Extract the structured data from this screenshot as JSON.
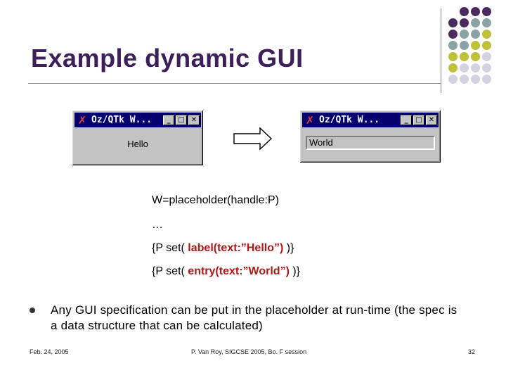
{
  "slide": {
    "title": "Example dynamic GUI"
  },
  "window_before": {
    "title": "Oz/QTk W...",
    "minimize_label": "_",
    "maximize_label": "□",
    "close_label": "✕",
    "label_text": "Hello"
  },
  "window_after": {
    "title": "Oz/QTk W...",
    "minimize_label": "_",
    "maximize_label": "□",
    "close_label": "✕",
    "entry_value": "World"
  },
  "code": {
    "line1": "W=placeholder(handle:P)",
    "line2": "…",
    "line3_pre": "{P set( ",
    "line3_hl": "label(text:”Hello”)",
    "line3_post": " )}",
    "line4_pre": "{P set( ",
    "line4_hl": "entry(text:”World”)",
    "line4_post": " )}"
  },
  "bullet": {
    "text": "Any GUI specification can be put in the placeholder at run-time (the spec is a data structure that can be calculated)"
  },
  "footer": {
    "date": "Feb. 24, 2005",
    "author": "P. Van Roy, SIGCSE 2005, Bo. F session",
    "page": "32"
  },
  "colors": {
    "purple": "#4a2a5f",
    "teal": "#8aa3a6",
    "olive": "#bfc03a",
    "lavender": "#d2d2e2"
  }
}
